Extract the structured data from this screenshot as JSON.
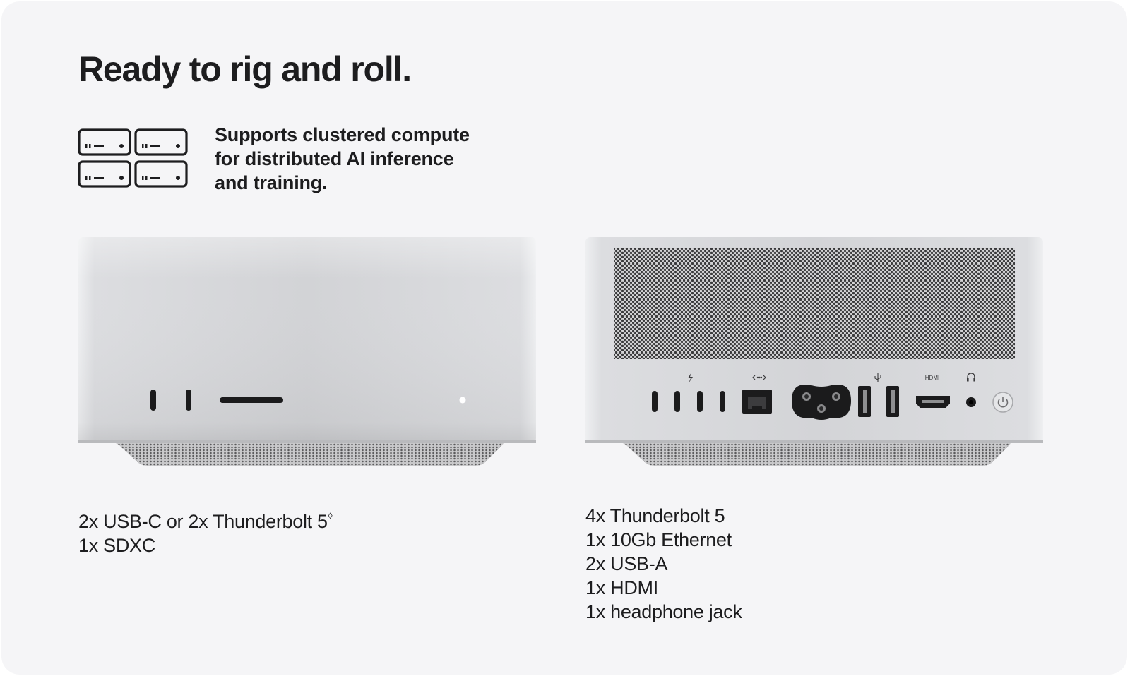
{
  "headline": "Ready to rig and roll.",
  "feature": {
    "icon": "server-cluster-icon",
    "text_lines": [
      "Supports clustered compute",
      "for distributed AI inference",
      "and training."
    ]
  },
  "front_device": {
    "specs": [
      {
        "text": "2x USB-C or 2x Thunderbolt 5",
        "footnote": "◊"
      },
      {
        "text": "1x SDXC"
      }
    ]
  },
  "back_device": {
    "port_labels": {
      "hdmi": "HDMI"
    },
    "port_icons": [
      "thunderbolt-icon",
      "ethernet-icon",
      "usb-icon",
      "headphone-icon",
      "power-icon"
    ],
    "specs": [
      {
        "text": "4x Thunderbolt 5"
      },
      {
        "text": "1x 10Gb Ethernet"
      },
      {
        "text": "2x USB-A"
      },
      {
        "text": "1x HDMI"
      },
      {
        "text": "1x headphone jack"
      }
    ]
  },
  "colors": {
    "background": "#f5f5f7",
    "text": "#1d1d1f",
    "aluminum": "#d4d5d8"
  }
}
